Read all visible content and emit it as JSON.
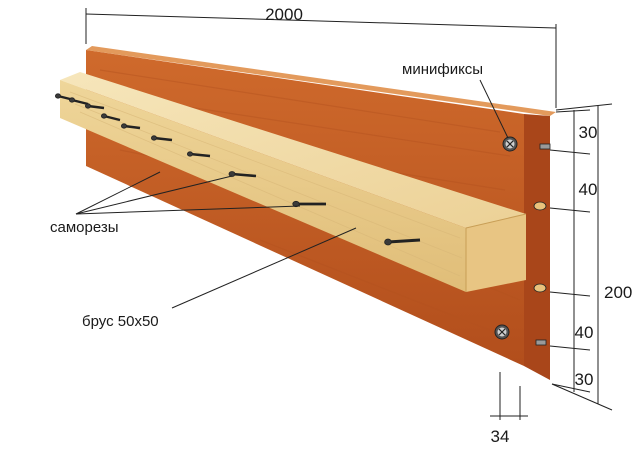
{
  "labels": {
    "length": "2000",
    "height": "200",
    "thickness": "34",
    "gap_top": "30",
    "gap_upper": "40",
    "gap_lower": "40",
    "gap_bottom": "30",
    "minifix": "минификсы",
    "screws": "саморезы",
    "beam": "брус 50х50"
  },
  "colors": {
    "board": "#c25a22",
    "board_top": "#d9884a",
    "board_edge": "#9c4418",
    "beam": "#f0d9a0",
    "beam_end": "#e7c47c",
    "beam_under": "#d6b06a"
  }
}
